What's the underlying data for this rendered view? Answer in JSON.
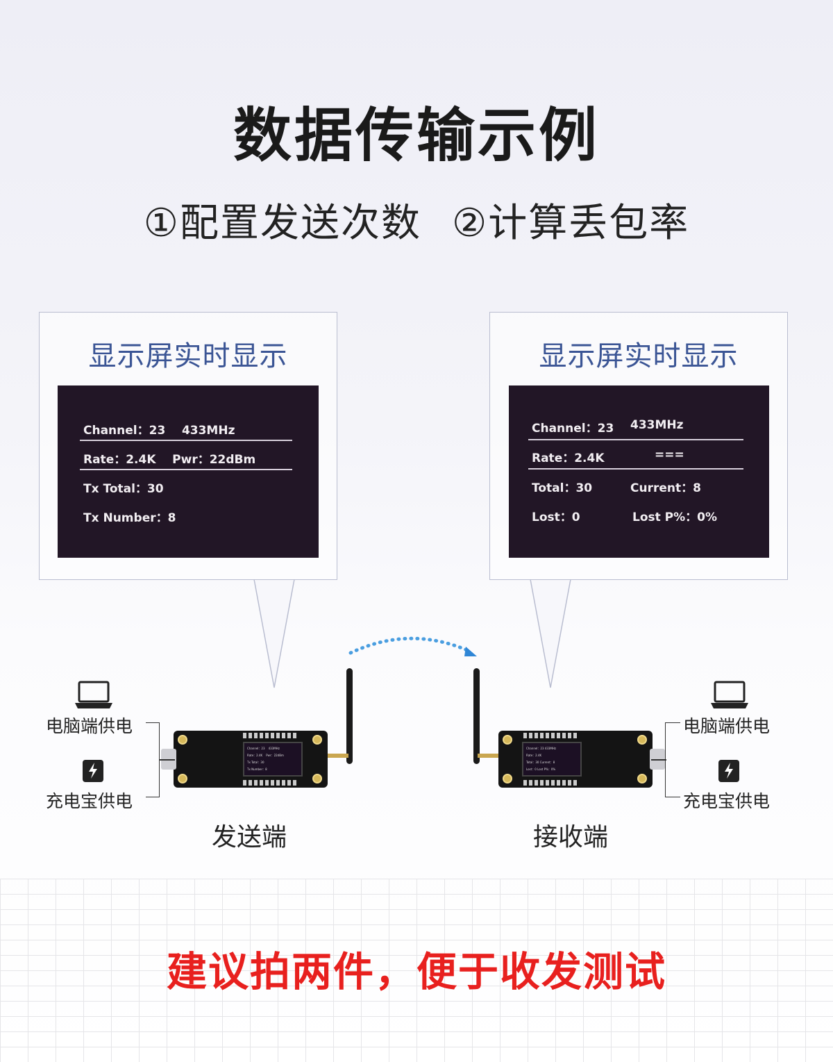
{
  "title": "数据传输示例",
  "subtitle": {
    "step1": "①配置发送次数",
    "step2": "②计算丢包率"
  },
  "sender": {
    "panel_title": "显示屏实时显示",
    "screen": {
      "channel": "Channel：23    433MHz",
      "rate": "Rate：2.4K    Pwr：22dBm",
      "tx_total": "Tx Total：30",
      "tx_number": "Tx Number：8"
    },
    "label": "发送端"
  },
  "receiver": {
    "panel_title": "显示屏实时显示",
    "screen": {
      "channel": "Channel：23",
      "freq": "433MHz",
      "rate": "Rate：2.4K",
      "indicator": "===",
      "total": "Total：30",
      "current": "Current：8",
      "lost": "Lost：0",
      "lost_pct": "Lost P%：0%"
    },
    "label": "接收端"
  },
  "power": {
    "pc": "电脑端供电",
    "powerbank": "充电宝供电"
  },
  "footer": "建议拍两件，便于收发测试",
  "colors": {
    "accent": "#3b5595",
    "warning": "#e8201e",
    "screen": "#221626"
  }
}
